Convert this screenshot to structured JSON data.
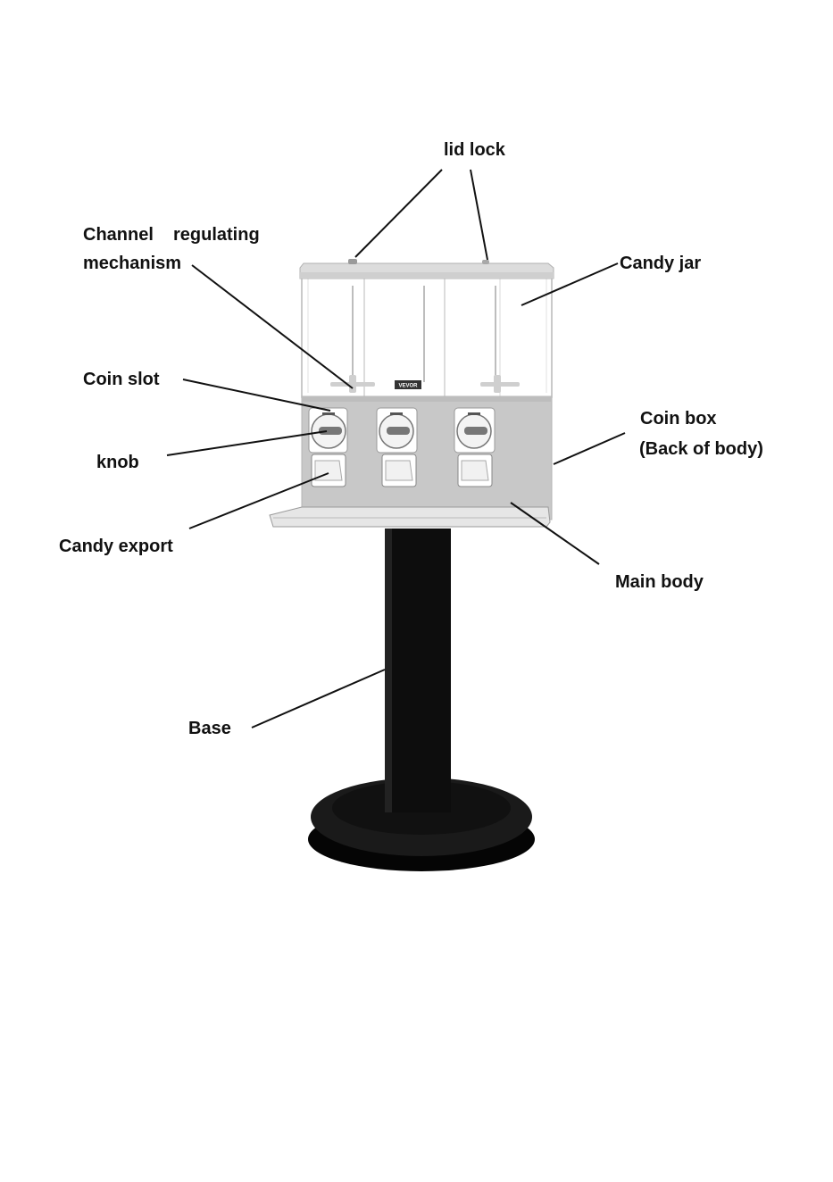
{
  "labels": {
    "lid_lock": "lid lock",
    "channel_line1": "Channel",
    "channel_line2": "regulating",
    "channel_line3": "mechanism",
    "candy_jar": "Candy jar",
    "coin_slot": "Coin slot",
    "knob": "knob",
    "coin_box_line1": "Coin box",
    "coin_box_line2": "(Back of body)",
    "candy_export": "Candy export",
    "main_body": "Main body",
    "base": "Base"
  },
  "brand": "VEVOR",
  "colors": {
    "line": "#111111",
    "body_gray": "#c8c8c8",
    "jar_edge": "#b0b0b0",
    "stand": "#0d0d0d"
  }
}
